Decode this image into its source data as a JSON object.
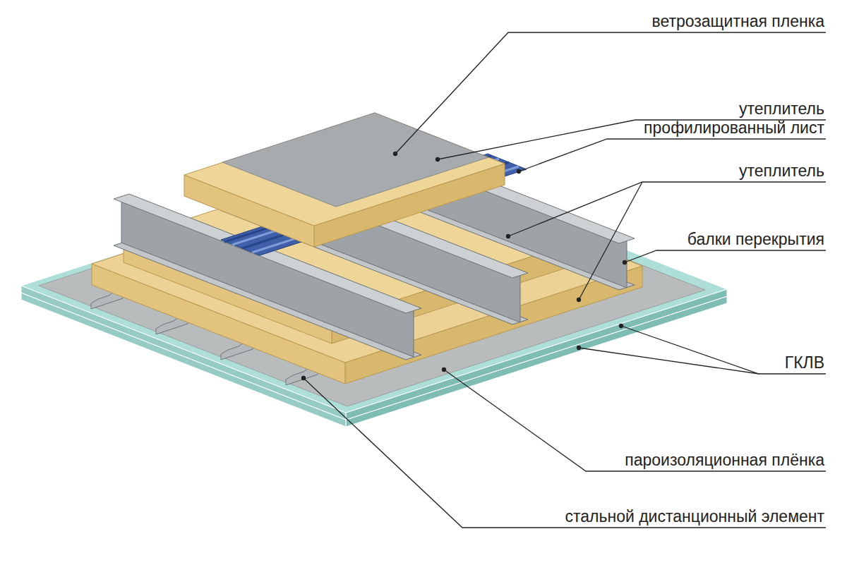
{
  "diagram": {
    "labels": [
      "ветрозащитная пленка",
      "утеплитель",
      "профилированный лист",
      "утеплитель",
      "балки перекрытия",
      "ГКЛВ",
      "пароизоляционная плёнка",
      "стальной дистанционный элемент"
    ]
  }
}
